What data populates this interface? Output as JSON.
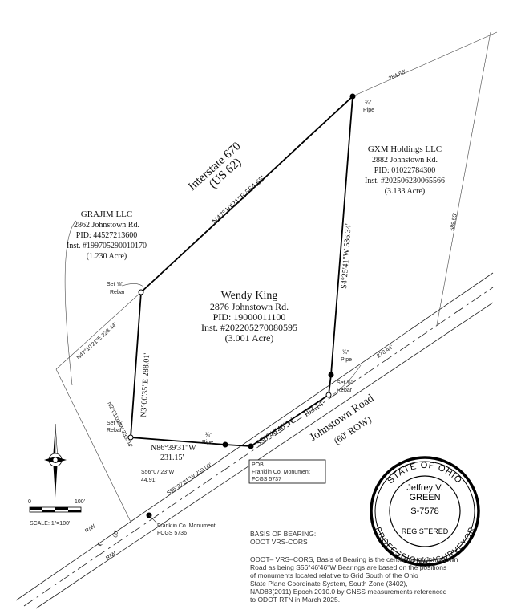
{
  "parcels": {
    "subject": {
      "owner": "Wendy King",
      "address": "2876 Johnstown Rd.",
      "pid": "PID:  19000011100",
      "inst": "Inst.  #202205270080595",
      "acreage": "(3.001  Acre)"
    },
    "grajim": {
      "owner": "GRAJIM LLC",
      "address": "2862 Johnstown Rd.",
      "pid": "PID: 44527213600",
      "inst": "Inst. #199705290010170",
      "acreage": "(1.230 Acre)"
    },
    "gxm": {
      "owner": "GXM Holdings LLC",
      "address": "2882 Johnstown Rd.",
      "pid": "PID: 01022784300",
      "inst": "Inst.  #202506230065566",
      "acreage": "(3.133 Acre)"
    }
  },
  "roads": {
    "interstate": "Interstate 670",
    "interstate_sub": "(US 62)",
    "johnstown": "Johnstown Road",
    "johnstown_row": "(60' ROW)"
  },
  "bearings": {
    "north_line": "N47°10'21\"E  564.65'",
    "east_line": "S4°25'41\"W  586.34'",
    "west_line": "N3°00'35\"E  288.01'",
    "south_west": "N86°39'31\"W",
    "south_west_dist": "231.15'",
    "south_east": "S56°46'46\"W",
    "south_east_dist": "183.14'",
    "grajim_line": "N47°10'21\"E  223.44'",
    "grajim_west": "N2°01'01\"W  338.04'",
    "road_bearing": "S56°27'31\"W  239.09'",
    "road_tie": "S56°07'23\"W",
    "road_tie_dist": "44.91'",
    "gxm_north": "284.66'",
    "gxm_east": "589.55'",
    "gxm_south": "278.44'"
  },
  "monuments": {
    "pipe": "¾\"",
    "pipe_word": "Pipe",
    "rebar_set": "Set ⅝\"",
    "rebar_word": "Rebar",
    "pob_title": "POB",
    "pob_line1": "Franklin Co. Monument",
    "pob_line2": "FCGS 5737",
    "fc_monument": "Franklin Co. Monument",
    "fc_monument_id": "FCGS 5736"
  },
  "row_labels": {
    "rw1": "R/W",
    "cl": "℄",
    "rw2": "R/W",
    "width": "60'"
  },
  "scale": {
    "zero": "0",
    "hundred": "100'",
    "label": "SCALE:  1\"=100'"
  },
  "seal": {
    "top_text": "STATE OF OHIO",
    "name1": "Jeffrey V.",
    "name2": "GREEN",
    "number": "S-7578",
    "bottom1": "REGISTERED",
    "bottom2": "PROFESSIONAL SURVEYOR"
  },
  "notes": {
    "basis_title1": "BASIS OF BEARING:",
    "basis_title2": "ODOT VRS-CORS",
    "lines": [
      "ODOT– VRS–CORS, Basis of Bearing is the centerline of Johnstown",
      "Road as being S56°46'46\"W Bearings are based on the positions",
      "of monuments located relative to Grid South of the Ohio",
      "State Plane Coordinate System, South Zone (3402),",
      "NAD83(2011) Epoch 2010.0 by GNSS measurements referenced",
      "to ODOT RTN in March 2025."
    ]
  }
}
